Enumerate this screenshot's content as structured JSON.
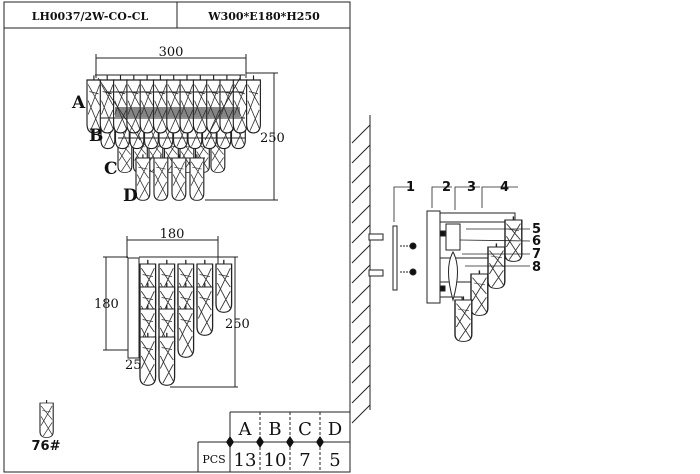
{
  "header": {
    "model": "LH0037/2W-CO-CL",
    "dimensions": "W300*E180*H250"
  },
  "front_view": {
    "width_label": "300",
    "height_label": "250",
    "row_labels": [
      "A",
      "B",
      "C",
      "D"
    ]
  },
  "side_view": {
    "depth_label": "180",
    "plate_height_label": "180",
    "height_label": "250",
    "offset_label": "25"
  },
  "crystal": {
    "code": "76#"
  },
  "exploded_view": {
    "part_numbers": [
      "1",
      "2",
      "3",
      "4",
      "5",
      "6",
      "7",
      "8"
    ]
  },
  "quantity_table": {
    "row_header": "PCS",
    "columns": [
      {
        "name": "A",
        "pcs": "13"
      },
      {
        "name": "B",
        "pcs": "10"
      },
      {
        "name": "C",
        "pcs": "7"
      },
      {
        "name": "D",
        "pcs": "5"
      }
    ]
  }
}
